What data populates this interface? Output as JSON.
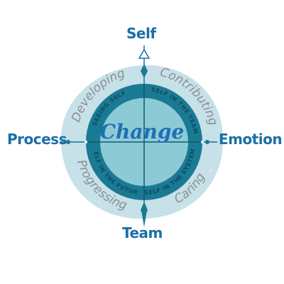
{
  "axes": {
    "top": "Self",
    "left": "Process",
    "right": "Emotion",
    "bottom": "Team"
  },
  "center": "Change",
  "outer_quadrants": {
    "top_left": "Developing",
    "top_right": "Contributing",
    "bottom_left": "Progressing",
    "bottom_right": "Caring"
  },
  "inner_ring": {
    "top_left": "SEEING SELF",
    "top_right": "SELF IN THE TEAM",
    "bottom_left": "SELF IN THE FUTURE",
    "bottom_right": "SELF IN THE SYSTEM"
  },
  "colors": {
    "outer_blob": "#c6e1e8",
    "ring": "#1a7a93",
    "inner_disc": "#8ccad6",
    "axis_text": "#1a6fa8",
    "arc_text": "#8a8f94"
  }
}
